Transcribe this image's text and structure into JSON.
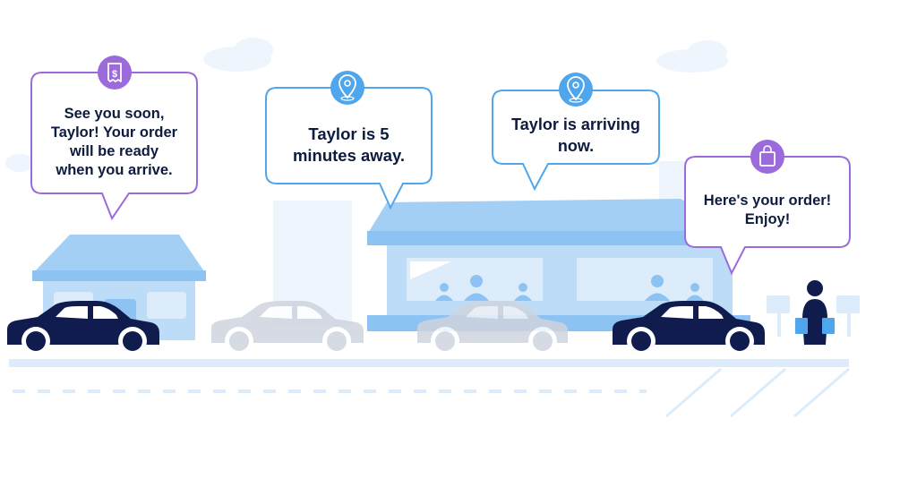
{
  "messages": [
    {
      "id": "pickup-confirmation",
      "text": "See you soon,\nTaylor! Your order\nwill be ready\nwhen you arrive.",
      "icon": "receipt-icon",
      "theme": "#9b6bdc"
    },
    {
      "id": "five-minutes",
      "text": "Taylor is 5\nminutes away.",
      "icon": "location-pin-icon",
      "theme": "#4fa6ec"
    },
    {
      "id": "arriving-now",
      "text": "Taylor is arriving now.",
      "icon": "location-pin-icon",
      "theme": "#4fa6ec"
    },
    {
      "id": "order-delivered",
      "text": "Here's your order!\nEnjoy!",
      "icon": "shopping-bag-icon",
      "theme": "#9b6bdc"
    }
  ],
  "colors": {
    "navy": "#0f1c4d",
    "purple": "#9b6bdc",
    "blue": "#4fa6ec",
    "building": "#bcdcf7",
    "roof": "#8cc3f2",
    "ghost_car": "#cfd4df",
    "road": "#dcecfb"
  }
}
